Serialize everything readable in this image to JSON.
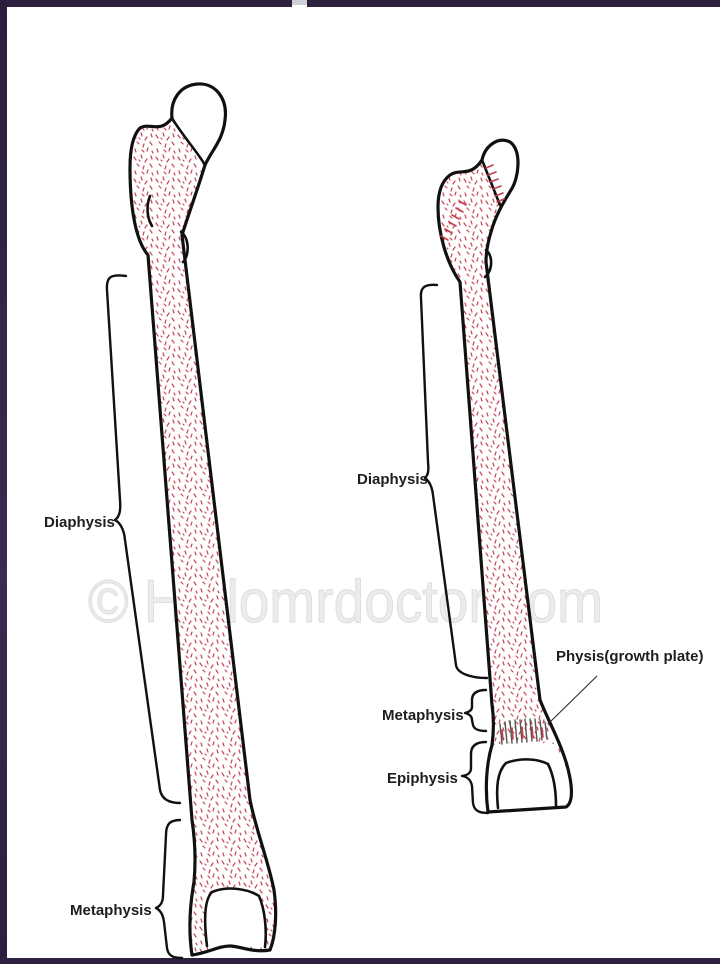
{
  "labels": {
    "left_diaphysis": "Diaphysis",
    "left_metaphysis": "Metaphysis",
    "right_diaphysis": "Diaphysis",
    "right_physis": "Physis(growth plate)",
    "right_metaphysis": "Metaphysis",
    "right_epiphysis": "Epiphysis"
  },
  "watermark": "© Hellomrdoctor.com",
  "colors": {
    "frame": "#2e2140",
    "outline": "#111111",
    "speckle": "#c94452",
    "label": "#1e1e1e",
    "watermark": "#ececec"
  }
}
